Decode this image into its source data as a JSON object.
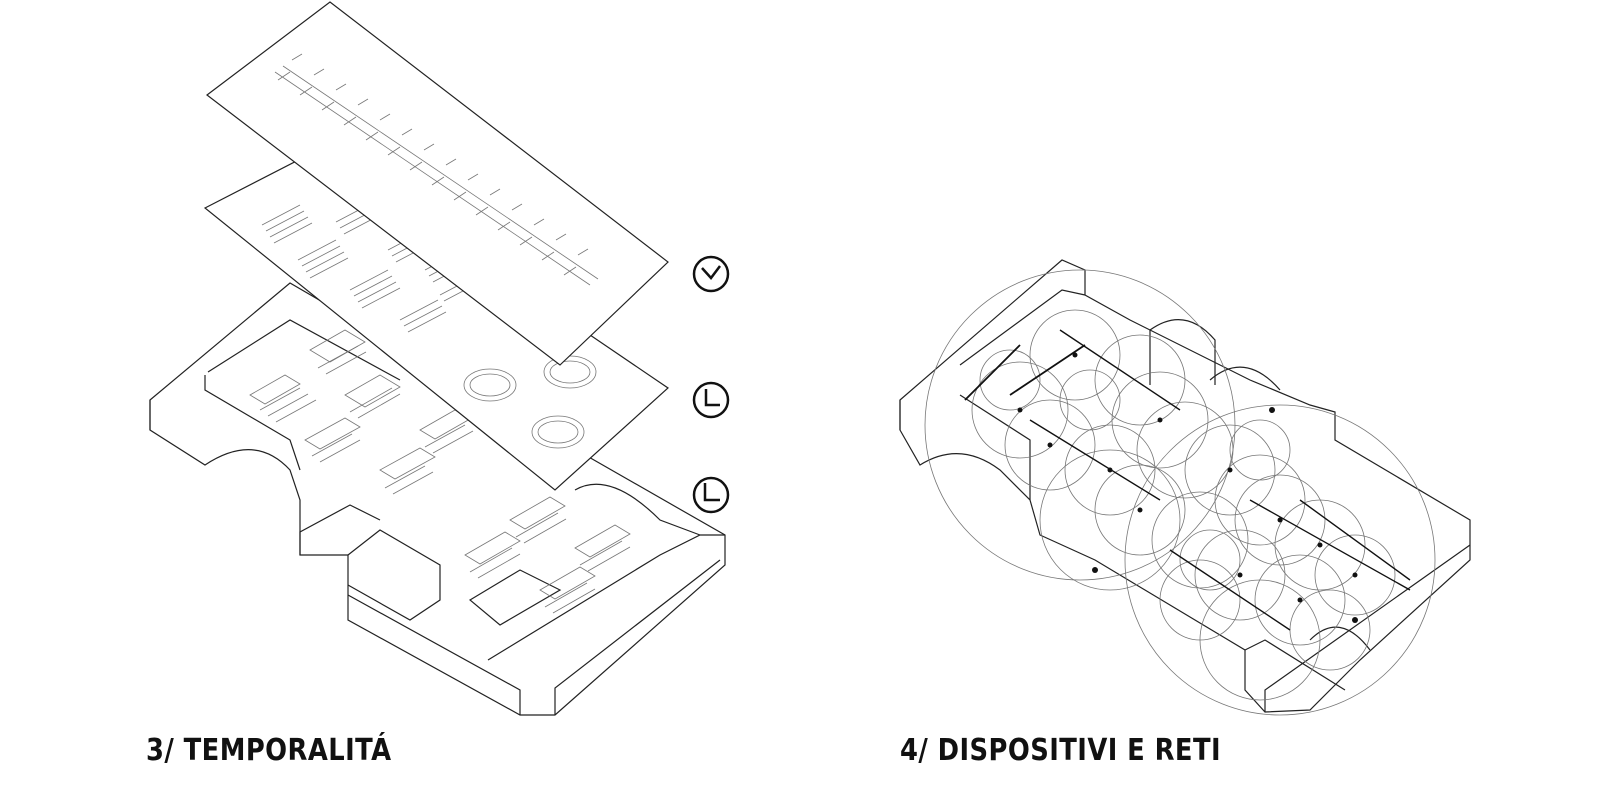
{
  "panels": [
    {
      "caption": "3/ TEMPORALITÁ",
      "icons": [
        "clock-icon-1",
        "clock-icon-2",
        "clock-icon-3"
      ]
    },
    {
      "caption": "4/ DISPOSITIVI E RETI"
    }
  ],
  "colors": {
    "line": "#222222",
    "background": "#ffffff"
  }
}
